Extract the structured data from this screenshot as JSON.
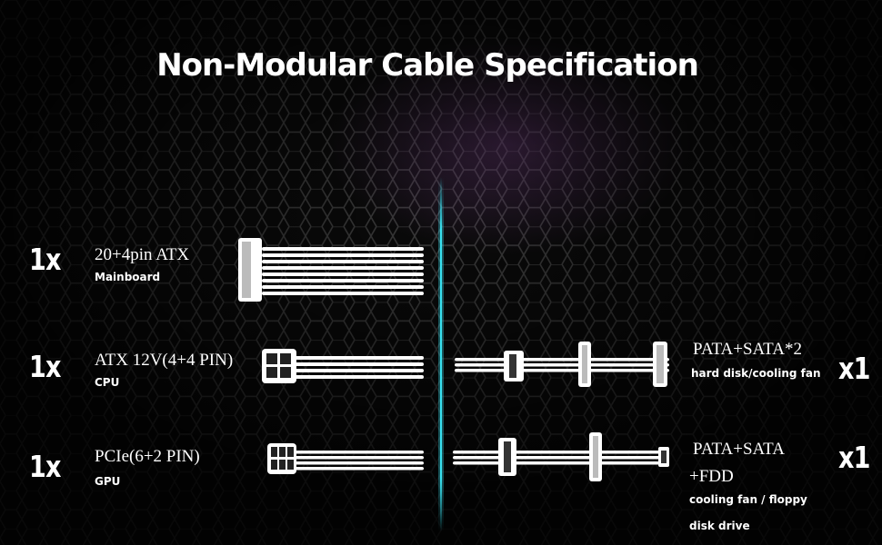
{
  "title": "Non-Modular Cable Specification",
  "colors": {
    "background": "#050505",
    "divider": "#38e1f0",
    "cable": "#ffffff"
  },
  "left_cables": [
    {
      "count": "1x",
      "name": "20+4pin ATX",
      "sub": "Mainboard"
    },
    {
      "count": "1x",
      "name": "ATX 12V(4+4 PIN)",
      "sub": "CPU"
    },
    {
      "count": "1x",
      "name": "PCIe(6+2 PIN)",
      "sub": "GPU"
    }
  ],
  "right_cables": [
    {
      "count": "x1",
      "name_lines": [
        "PATA+SATA*2"
      ],
      "sub_lines": [
        "hard disk/cooling fan"
      ]
    },
    {
      "count": "x1",
      "name_lines": [
        "PATA+SATA",
        "+FDD"
      ],
      "sub_lines": [
        "cooling fan / floppy",
        "disk drive"
      ]
    }
  ]
}
